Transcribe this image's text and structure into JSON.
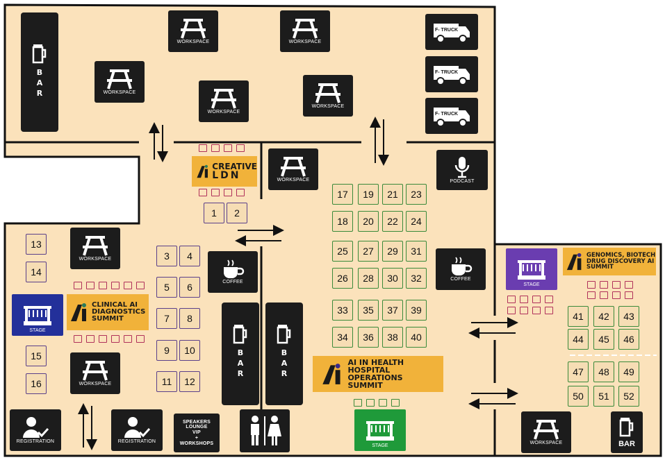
{
  "colors": {
    "floor": "#fbe2bb",
    "wall": "#111111",
    "tile": "#1c1c1c",
    "banner": "#f1b23a",
    "stage_purple": "#6a3db0",
    "stage_blue": "#23309a",
    "stage_green": "#1f9a3a",
    "booth_purple_border": "#5a3f8a",
    "booth_green_border": "#3a8a3a",
    "seat_border": "#b0305a"
  },
  "labels": {
    "workspace": "WORKSPACE",
    "bar": "BAR",
    "food_truck": "F- TRUCK",
    "podcast": "PODCAST",
    "coffee": "COFFEE",
    "stage": "STAGE",
    "registration": "REGISTRATION",
    "speakers_lounge": [
      "SPEAKERS",
      "LOUNGE",
      "VIP",
      "+",
      "WORKSHOPS"
    ]
  },
  "banners": {
    "creative": [
      "CREATIVE",
      "LDN"
    ],
    "clinical": [
      "CLINICAL AI",
      "DIAGNOSTICS",
      "SUMMIT"
    ],
    "health": [
      "AI IN HEALTH",
      "HOSPITAL OPERATIONS",
      "SUMMIT"
    ],
    "genomics": [
      "GENOMICS, BIOTECH",
      "DRUG DISCOVERY AI",
      "SUMMIT"
    ]
  },
  "booths": {
    "b1": "1",
    "b2": "2",
    "b3": "3",
    "b4": "4",
    "b5": "5",
    "b6": "6",
    "b7": "7",
    "b8": "8",
    "b9": "9",
    "b10": "10",
    "b11": "11",
    "b12": "12",
    "b13": "13",
    "b14": "14",
    "b15": "15",
    "b16": "16",
    "b17": "17",
    "b18": "18",
    "b19": "19",
    "b20": "20",
    "b21": "21",
    "b22": "22",
    "b23": "23",
    "b24": "24",
    "b25": "25",
    "b26": "26",
    "b27": "27",
    "b28": "28",
    "b29": "29",
    "b30": "30",
    "b31": "31",
    "b32": "32",
    "b33": "33",
    "b34": "34",
    "b35": "35",
    "b36": "36",
    "b37": "37",
    "b38": "38",
    "b39": "39",
    "b40": "40",
    "b41": "41",
    "b42": "42",
    "b43": "43",
    "b44": "44",
    "b45": "45",
    "b46": "46",
    "b47": "47",
    "b48": "48",
    "b49": "49",
    "b50": "50",
    "b51": "51",
    "b52": "52"
  }
}
